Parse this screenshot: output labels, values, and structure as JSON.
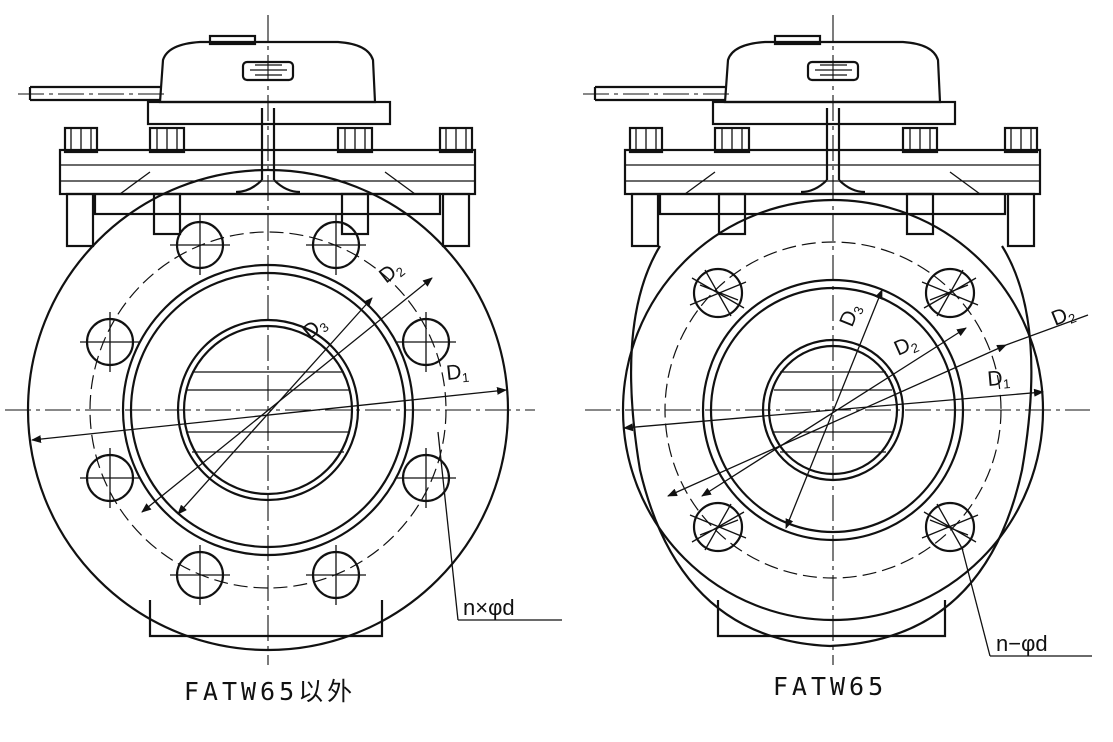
{
  "views": {
    "left": {
      "caption": "FATW65以外",
      "labels": {
        "d1": "D",
        "d1_sub": "1",
        "d2": "D",
        "d2_sub": "2",
        "d3": "D",
        "d3_sub": "3",
        "callout": "n×φd"
      }
    },
    "right": {
      "caption": "FATW65",
      "labels": {
        "d1": "D",
        "d1_sub": "1",
        "d2": "D",
        "d2_sub": "2",
        "d3": "D",
        "d3_sub": "3",
        "callout": "n−φd"
      }
    }
  }
}
